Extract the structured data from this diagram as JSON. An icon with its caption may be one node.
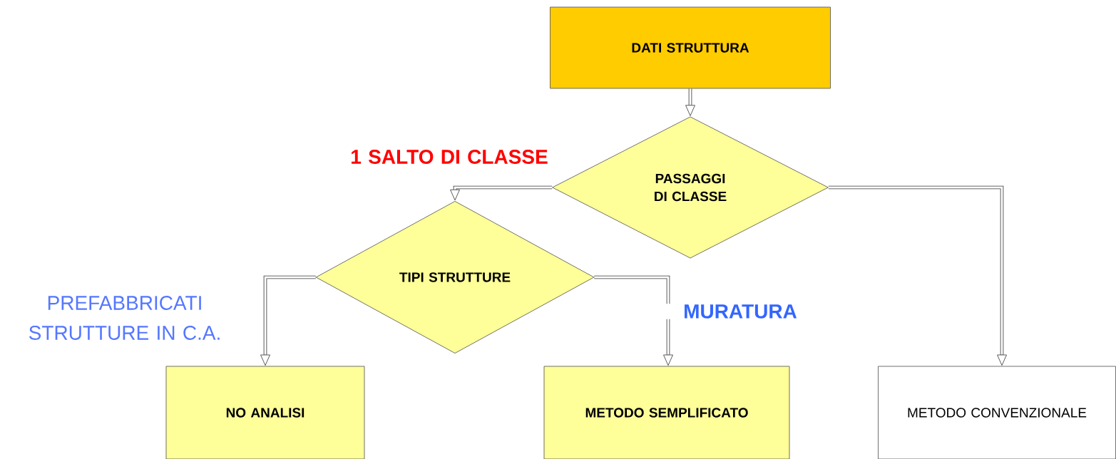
{
  "diagram": {
    "nodes": [
      {
        "text": [
          "DATI STRUTTURA"
        ]
      },
      {
        "text": [
          "PASSAGGI DI CLASSE"
        ]
      },
      {
        "text": [
          "TIPI STRUTTURE"
        ]
      },
      {
        "text": [
          "NO ANALISI"
        ]
      },
      {
        "text": [
          "METODO SEMPLIFICATO"
        ]
      },
      {
        "text": [
          "METODO CONVENZIONALE"
        ]
      }
    ],
    "edges": [
      {
        "from": 0,
        "to": 1,
        "arrow": "to"
      },
      {
        "from": 1,
        "to": 2,
        "arrow": "to",
        "label": "1 SALTO DI CLASSE"
      },
      {
        "from": 2,
        "to": 3,
        "arrow": "to",
        "label": "PREFABBRICATI STRUTTURE IN C.A."
      },
      {
        "from": 2,
        "to": 4,
        "arrow": "to",
        "label": "MURATURA"
      },
      {
        "from": 1,
        "to": 5,
        "arrow": "to"
      }
    ]
  }
}
